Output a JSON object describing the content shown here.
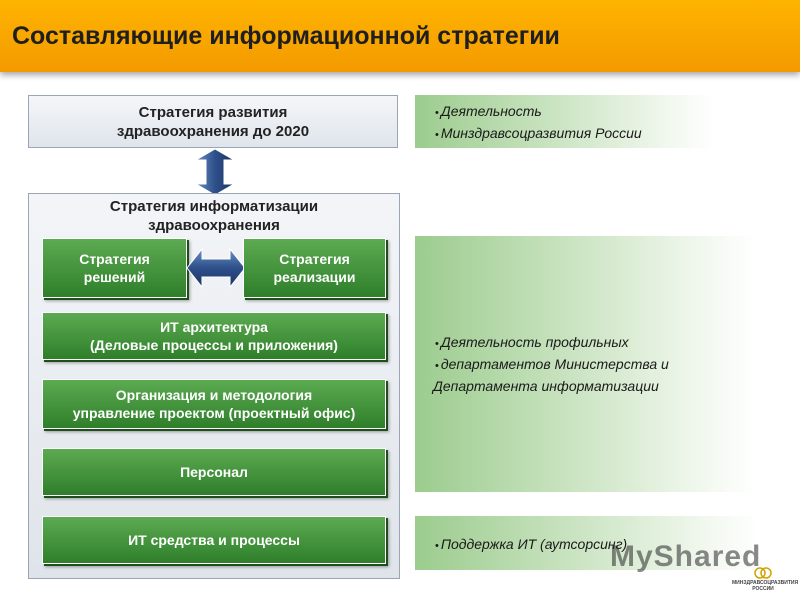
{
  "header": {
    "title": "Составляющие информационной стратегии"
  },
  "strategy_2020": {
    "line1": "Стратегия развития",
    "line2": "здравоохранения до 2020"
  },
  "informatization": {
    "line1": "Стратегия информатизации",
    "line2": "здравоохранения",
    "boxes": {
      "decisions": {
        "line1": "Стратегия",
        "line2": "решений"
      },
      "implementation": {
        "line1": "Стратегия",
        "line2": "реализации"
      },
      "architecture": {
        "line1": "ИТ архитектура",
        "line2": "(Деловые процессы и приложения)"
      },
      "organization": {
        "line1": "Организация и методология",
        "line2": "управление проектом (проектный офис)"
      },
      "personnel": {
        "line1": "Персонал"
      },
      "tools": {
        "line1": "ИТ средства и процессы"
      }
    }
  },
  "panels": {
    "ministry": [
      "Деятельность",
      "Минздравсоцразвития России"
    ],
    "departments": [
      "Деятельность профильных",
      "департаментов Министерства  и",
      "Департамента информатизации"
    ],
    "support": [
      "Поддержка ИТ (аутсорсинг)"
    ]
  },
  "bullet_char": "•",
  "watermark": "MyShared",
  "logo": {
    "line1": "МИНЗДРАВСОЦРАЗВИТИЯ",
    "line2": "РОССИИ"
  },
  "colors": {
    "header": "#f5a300",
    "green_box": "#3f8f38",
    "arrow": "#2d4f8a",
    "panel_green": "#9ccc8e"
  }
}
